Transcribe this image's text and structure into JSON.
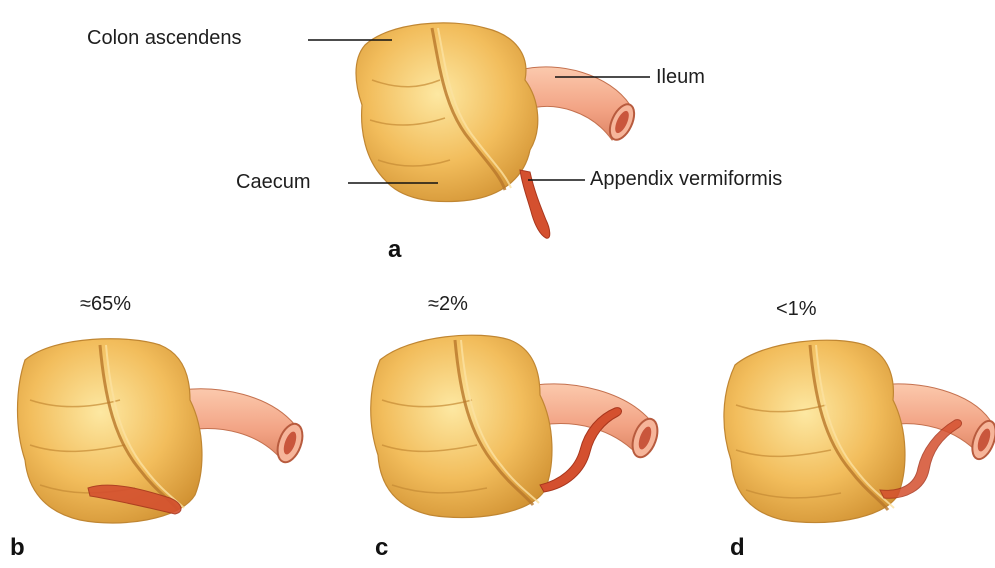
{
  "labels": {
    "colon_ascendens": "Colon ascendens",
    "ileum": "Ileum",
    "caecum": "Caecum",
    "appendix": "Appendix vermiformis"
  },
  "panels": [
    {
      "letter": "a",
      "percent": ""
    },
    {
      "letter": "b",
      "percent": "≈65%"
    },
    {
      "letter": "c",
      "percent": "≈2%"
    },
    {
      "letter": "d",
      "percent": "<1%"
    }
  ],
  "colors": {
    "colon": "#f0b857",
    "colon_shadow": "#c98a2c",
    "colon_highlight": "#fbdc8c",
    "ileum": "#f4a98a",
    "ileum_inner": "#d9694c",
    "appendix": "#d2492c",
    "leader_line": "#111111"
  }
}
